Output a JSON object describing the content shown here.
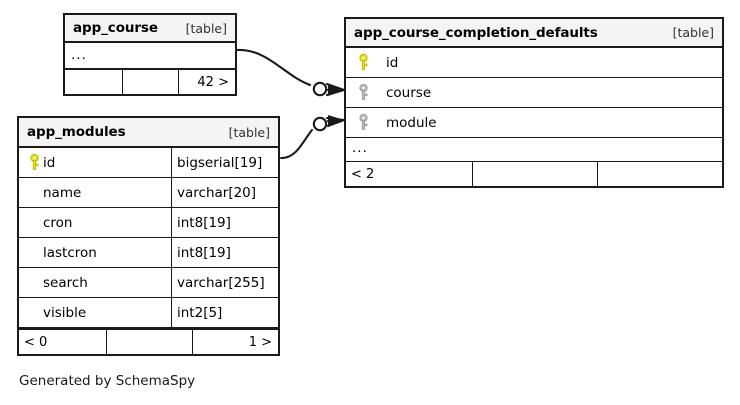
{
  "diagram": {
    "kind": "entity-relationship-diagram",
    "generator_caption": "Generated by SchemaSpy",
    "table_tag": "[table]",
    "ellipsis": "..."
  },
  "tables": [
    {
      "id": "app_course",
      "name": "app_course",
      "tag": "[table]",
      "collapsed": true,
      "ellipsis_row": "...",
      "columns": [],
      "footer": {
        "left": "",
        "middle": "",
        "right": "42 >"
      }
    },
    {
      "id": "app_modules",
      "name": "app_modules",
      "tag": "[table]",
      "collapsed": false,
      "columns": [
        {
          "key": "primary",
          "key_icon": "key-icon-primary",
          "name": "id",
          "type": "bigserial[19]"
        },
        {
          "key": "none",
          "key_icon": "",
          "name": "name",
          "type": "varchar[20]"
        },
        {
          "key": "none",
          "key_icon": "",
          "name": "cron",
          "type": "int8[19]"
        },
        {
          "key": "none",
          "key_icon": "",
          "name": "lastcron",
          "type": "int8[19]"
        },
        {
          "key": "none",
          "key_icon": "",
          "name": "search",
          "type": "varchar[255]"
        },
        {
          "key": "none",
          "key_icon": "",
          "name": "visible",
          "type": "int2[5]"
        }
      ],
      "footer": {
        "left": "< 0",
        "middle": "",
        "right": "1 >"
      }
    },
    {
      "id": "app_course_completion_defaults",
      "name": "app_course_completion_defaults",
      "tag": "[table]",
      "collapsed": false,
      "ellipsis_row": "...",
      "columns": [
        {
          "key": "primary",
          "key_icon": "key-icon-primary",
          "name": "id",
          "type": ""
        },
        {
          "key": "foreign",
          "key_icon": "key-icon-foreign",
          "name": "course",
          "type": ""
        },
        {
          "key": "foreign",
          "key_icon": "key-icon-foreign",
          "name": "module",
          "type": ""
        }
      ],
      "footer": {
        "left": "< 2",
        "middle": "",
        "right": ""
      }
    }
  ],
  "relationships": [
    {
      "id": "rel-course",
      "from_table": "app_course",
      "to_table": "app_course_completion_defaults",
      "to_column": "course",
      "from_cardinality": "one",
      "to_cardinality": "zero-or-many"
    },
    {
      "id": "rel-module",
      "from_table": "app_modules",
      "from_column": "id",
      "to_table": "app_course_completion_defaults",
      "to_column": "module",
      "from_cardinality": "one",
      "to_cardinality": "zero-or-many"
    }
  ],
  "colors": {
    "primary_key": "#e8e800",
    "primary_key_stroke": "#b8b800",
    "foreign_key": "#bdbdbd",
    "foreign_key_stroke": "#9a9a9a",
    "border": "#1a1a1a",
    "header_bg": "#f4f4f4",
    "canvas_bg": "#ffffff",
    "text": "#000000"
  }
}
